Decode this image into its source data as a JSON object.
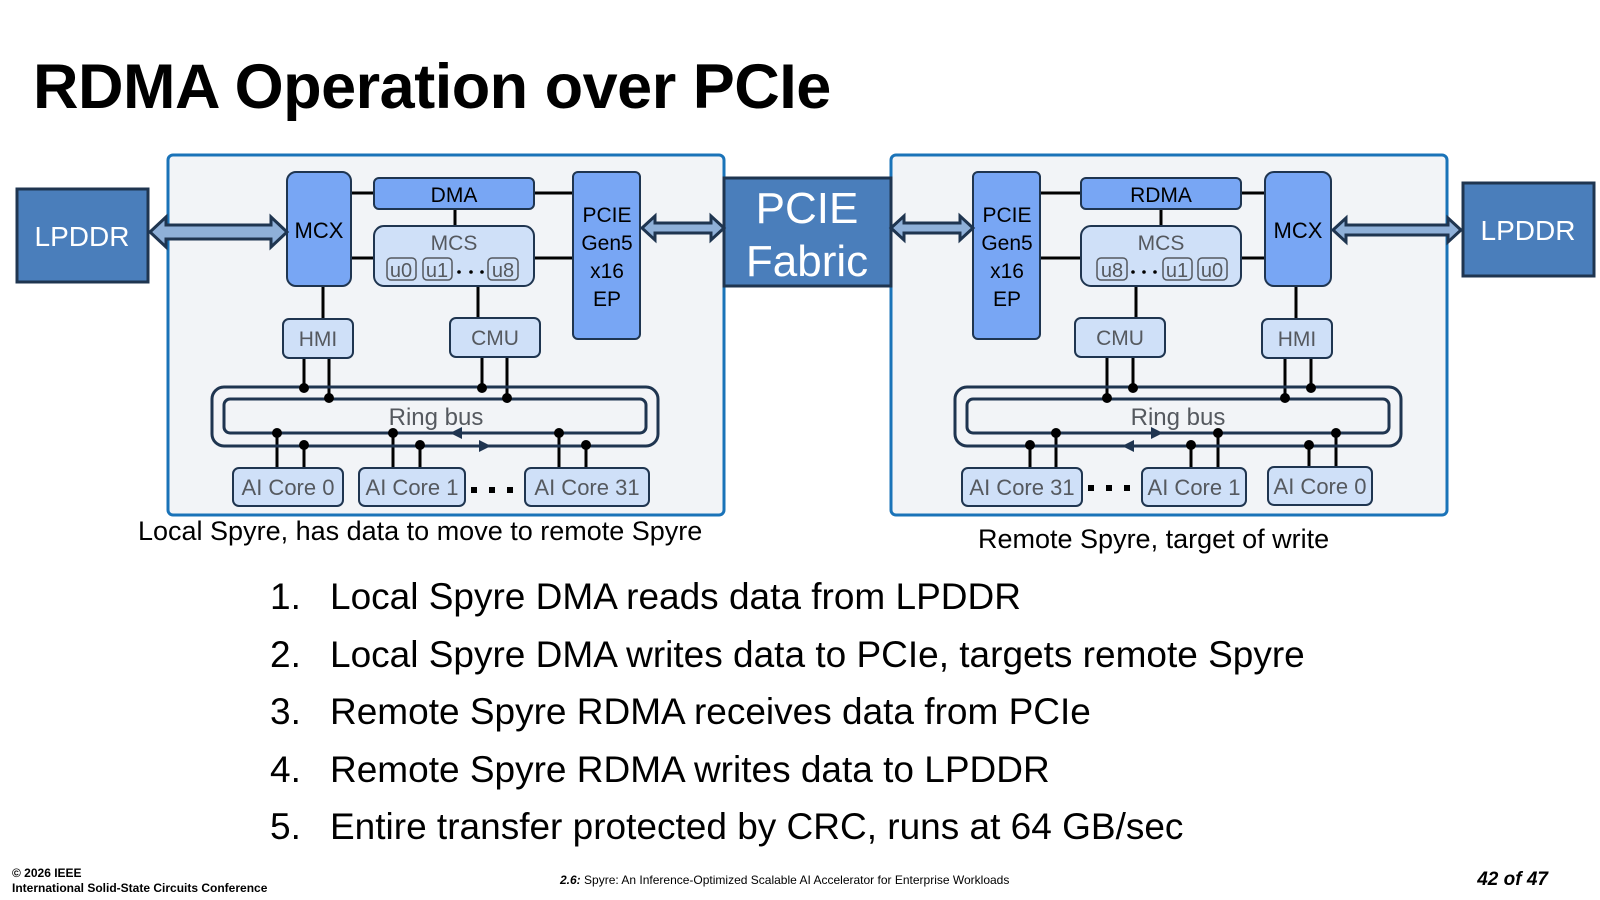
{
  "slide": {
    "title": "RDMA Operation over PCIe",
    "page_number": "42 of 47"
  },
  "diagram": {
    "fabric": {
      "line1": "PCIE",
      "line2": "Fabric"
    },
    "local": {
      "caption": "Local Spyre, has data to move to remote Spyre",
      "lpddr": "LPDDR",
      "mcx": "MCX",
      "dma": "DMA",
      "mcs": "MCS",
      "mcs_units": [
        "u0",
        "u1",
        "u8"
      ],
      "pcie": [
        "PCIE",
        "Gen5",
        "x16",
        "EP"
      ],
      "hmi": "HMI",
      "cmu": "CMU",
      "ring_bus": "Ring bus",
      "cores": [
        "AI Core 0",
        "AI Core 1",
        "AI Core 31"
      ]
    },
    "remote": {
      "caption": "Remote Spyre, target of write",
      "lpddr": "LPDDR",
      "mcx": "MCX",
      "dma": "RDMA",
      "mcs": "MCS",
      "mcs_units": [
        "u8",
        "u1",
        "u0"
      ],
      "pcie": [
        "PCIE",
        "Gen5",
        "x16",
        "EP"
      ],
      "hmi": "HMI",
      "cmu": "CMU",
      "ring_bus": "Ring bus",
      "cores": [
        "AI Core 31",
        "AI Core 1",
        "AI Core 0"
      ]
    }
  },
  "steps": [
    {
      "num": "1.",
      "text": "Local Spyre DMA reads data from LPDDR"
    },
    {
      "num": "2.",
      "text": "Local Spyre DMA writes data to PCIe, targets remote Spyre"
    },
    {
      "num": "3.",
      "text": "Remote Spyre RDMA receives data from PCIe"
    },
    {
      "num": "4.",
      "text": "Remote Spyre RDMA writes data to LPDDR"
    },
    {
      "num": "5.",
      "text": "Entire transfer protected by CRC, runs at 64 GB/sec"
    }
  ],
  "footer": {
    "copyright": "© 2026 IEEE",
    "conference": "International Solid-State Circuits Conference",
    "paper_id": "2.6:",
    "paper_title": "Spyre: An Inference-Optimized Scalable AI Accelerator for Enterprise Workloads"
  },
  "colors": {
    "dark_block": "#4a7ebb",
    "mid_block": "#78a6f4",
    "light_block": "#cfe0f8",
    "panel_bg": "#f2f4f7",
    "panel_border": "#1a73b8",
    "stroke": "#1f3550"
  }
}
